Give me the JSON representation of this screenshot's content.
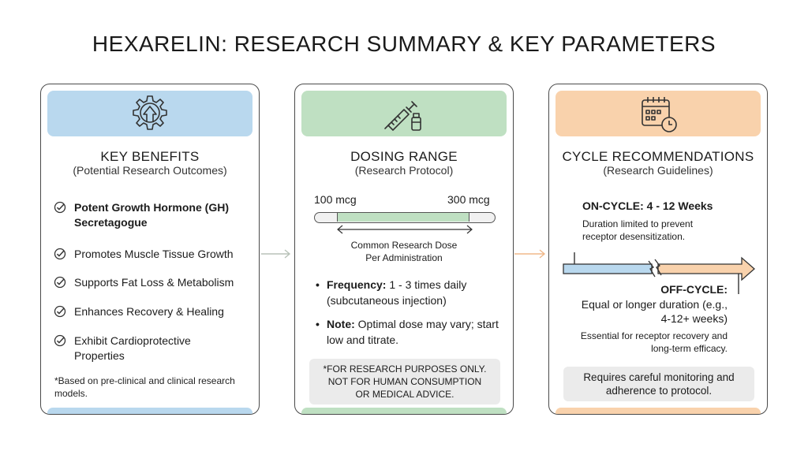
{
  "title": "HEXARELIN: RESEARCH SUMMARY & KEY PARAMETERS",
  "colors": {
    "blue": "#b9d8ee",
    "green": "#bfe0c2",
    "orange": "#f9d2ac",
    "note_gray": "#ebebeb"
  },
  "benefits": {
    "icon": "gear-arrow-up-icon",
    "heading": "KEY BENEFITS",
    "subheading": "(Potential Research Outcomes)",
    "items": [
      "Potent Growth Hormone (GH) Secretagogue",
      "Promotes Muscle Tissue Growth",
      "Supports Fat Loss & Metabolism",
      "Enhances Recovery & Healing",
      "Exhibit Cardioprotective Properties"
    ],
    "footnote": "*Based on pre-clinical and clinical research models."
  },
  "dosing": {
    "icon": "syringe-vial-icon",
    "heading": "DOSING RANGE",
    "subheading": "(Research Protocol)",
    "range_min_label": "100 mcg",
    "range_max_label": "300 mcg",
    "range_caption": "Common Research Dose Per Administration",
    "frequency_label": "Frequency:",
    "frequency_text": "1 - 3 times daily (subcutaneous injection)",
    "note_label": "Note:",
    "note_text": "Optimal dose may vary; start low and titrate.",
    "disclaimer": "*FOR RESEARCH PURPOSES ONLY. NOT FOR HUMAN CONSUMPTION OR MEDICAL ADVICE."
  },
  "cycle": {
    "icon": "calendar-clock-icon",
    "heading": "CYCLE RECOMMENDATIONS",
    "subheading": "(Research Guidelines)",
    "on_cycle_label": "ON-CYCLE: 4 - 12 Weeks",
    "on_cycle_text": "Duration limited to prevent receptor desensitization.",
    "off_cycle_label": "OFF-CYCLE:",
    "off_cycle_text": "Equal or longer duration (e.g., 4-12+ weeks)",
    "off_cycle_note": "Essential for receptor recovery and long-term efficacy.",
    "monitoring": "Requires careful monitoring and adherence to protocol."
  }
}
